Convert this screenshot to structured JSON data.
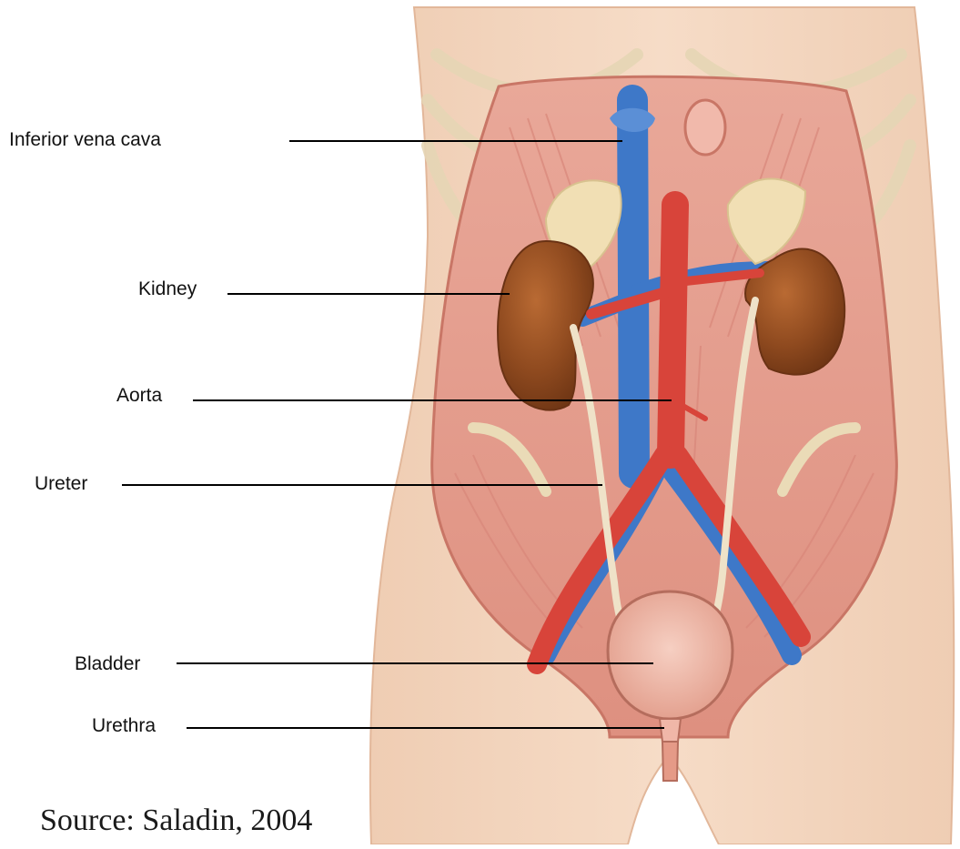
{
  "labels": {
    "ivc": "Inferior vena cava",
    "kidney": "Kidney",
    "aorta": "Aorta",
    "ureter": "Ureter",
    "bladder": "Bladder",
    "urethra": "Urethra"
  },
  "source": "Source: Saladin, 2004",
  "colors": {
    "skin": "#f3d7c0",
    "skin_shadow": "#e7bfa3",
    "muscle": "#e39a8b",
    "muscle_dark": "#cf7a6c",
    "vein": "#3e78c8",
    "artery": "#d8443a",
    "kidney": "#8f4a1f",
    "adrenal": "#f1dfb4",
    "ureter": "#efe2c8",
    "bladder": "#f0b7a8",
    "rib": "#e9dbbd"
  }
}
